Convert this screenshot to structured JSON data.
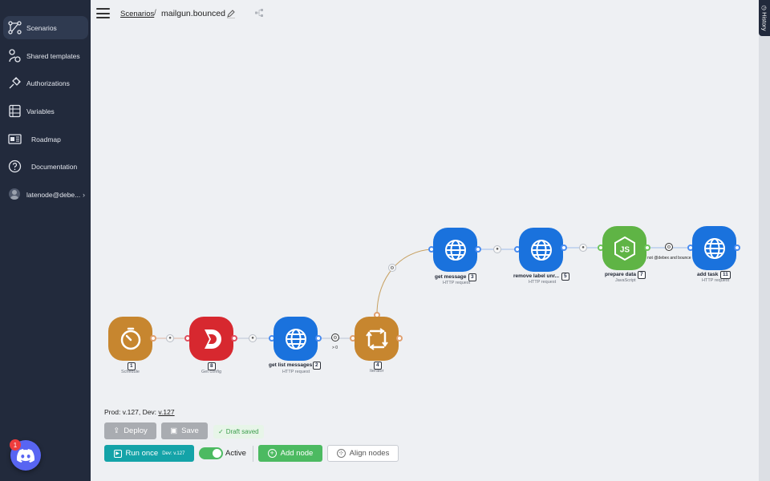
{
  "sidebar": {
    "items": [
      {
        "label": "Scenarios",
        "icon": "scenarios-icon",
        "active": true
      },
      {
        "label": "Shared templates",
        "icon": "shared-templates-icon"
      },
      {
        "label": "Authorizations",
        "icon": "plug-icon"
      },
      {
        "label": "Variables",
        "icon": "variables-icon"
      },
      {
        "label": "Roadmap",
        "icon": "roadmap-icon"
      },
      {
        "label": "Documentation",
        "icon": "help-circle-icon"
      },
      {
        "label": "latenode@debe...",
        "icon": "avatar-icon"
      }
    ],
    "discord_badge": "1"
  },
  "header": {
    "breadcrumb_link": "Scenarios",
    "separator": "/",
    "title": "mailgun.bounced",
    "history_tab": "History"
  },
  "nodes": [
    {
      "id": "1",
      "name": "",
      "subtitle": "Schedule",
      "color": "#c7862f",
      "icon": "timer-icon"
    },
    {
      "id": "8",
      "name": "",
      "subtitle": "Get config",
      "color": "#d7282f",
      "icon": "dataform-icon"
    },
    {
      "id": "2",
      "name": "get list messages",
      "subtitle": "HTTP request",
      "color": "#1a72dd",
      "icon": "globe-icon"
    },
    {
      "id": "4",
      "name": "",
      "subtitle": "Iterator",
      "color": "#c7862f",
      "icon": "iterator-icon"
    },
    {
      "id": "3",
      "name": "get message",
      "subtitle": "HTTP request",
      "color": "#1a72dd",
      "icon": "globe-icon"
    },
    {
      "id": "5",
      "name": "remove label unr...",
      "subtitle": "HTTP request",
      "color": "#1a72dd",
      "icon": "globe-icon"
    },
    {
      "id": "7",
      "name": "prepare data",
      "subtitle": "JavaScript",
      "color": "#5fb445",
      "icon": "nodejs-icon"
    },
    {
      "id": "11",
      "name": "add task",
      "subtitle": "HTTP request",
      "color": "#1a72dd",
      "icon": "globe-icon"
    }
  ],
  "filters": {
    "gt_zero": "> 0",
    "not_debex": "not @debex and bounce"
  },
  "footer": {
    "version_prefix": "Prod: v.127, Dev: ",
    "version_link": "v.127",
    "deploy": "Deploy",
    "save": "Save",
    "draft": "Draft saved",
    "run_once": "Run once",
    "run_dev": "Dev: v.127",
    "active": "Active",
    "add_node": "Add node",
    "align_nodes": "Align nodes"
  }
}
